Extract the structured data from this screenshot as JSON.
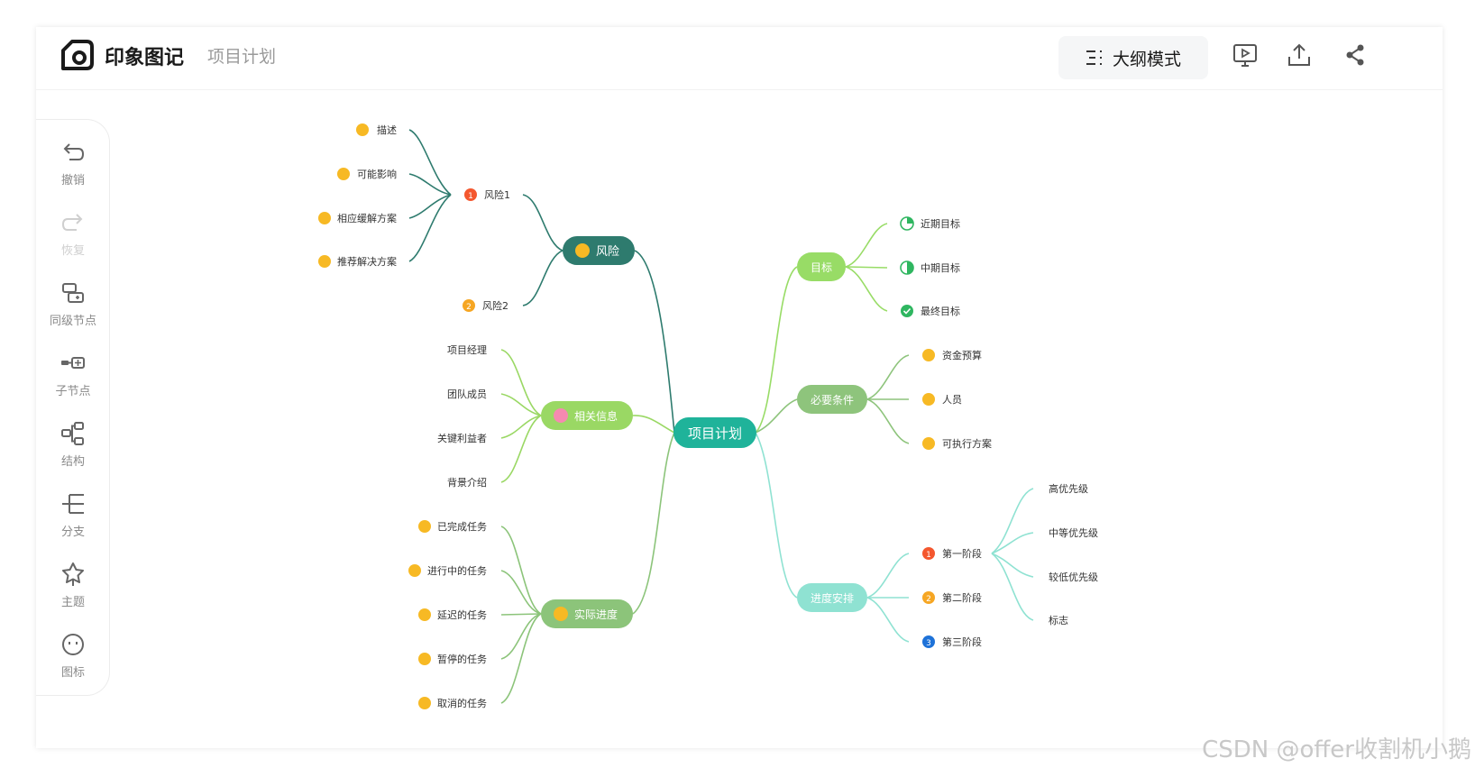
{
  "app": {
    "name": "印象图记",
    "doc_title": "项目计划",
    "outline_label": "大纲模式"
  },
  "toolbar_icons": [
    "present-icon",
    "export-icon",
    "share-icon"
  ],
  "sidebar": [
    {
      "label": "撤销",
      "icon": "undo-icon",
      "enabled": true
    },
    {
      "label": "恢复",
      "icon": "redo-icon",
      "enabled": false
    },
    {
      "label": "同级节点",
      "icon": "sibling-node-icon",
      "enabled": true
    },
    {
      "label": "子节点",
      "icon": "child-node-icon",
      "enabled": true
    },
    {
      "label": "结构",
      "icon": "structure-icon",
      "enabled": true
    },
    {
      "label": "分支",
      "icon": "branch-icon",
      "enabled": true
    },
    {
      "label": "主题",
      "icon": "theme-icon",
      "enabled": true
    },
    {
      "label": "图标",
      "icon": "sticker-icon",
      "enabled": true
    }
  ],
  "mindmap": {
    "root": "项目计划",
    "branches": {
      "risk": {
        "label": "风险",
        "children": [
          {
            "label": "风险1",
            "badge": "1",
            "children": [
              "描述",
              "可能影响",
              "相应缓解方案",
              "推荐解决方案"
            ]
          },
          {
            "label": "风险2",
            "badge": "2",
            "children": []
          }
        ]
      },
      "info": {
        "label": "相关信息",
        "children": [
          "项目经理",
          "团队成员",
          "关键利益者",
          "背景介绍"
        ]
      },
      "progress": {
        "label": "实际进度",
        "children": [
          "已完成任务",
          "进行中的任务",
          "延迟的任务",
          "暂停的任务",
          "取消的任务"
        ]
      },
      "goal": {
        "label": "目标",
        "children": [
          "近期目标",
          "中期目标",
          "最终目标"
        ]
      },
      "requirement": {
        "label": "必要条件",
        "children": [
          "资金预算",
          "人员",
          "可执行方案"
        ]
      },
      "schedule": {
        "label": "进度安排",
        "children": [
          {
            "label": "第一阶段",
            "badge": "1",
            "children": [
              "高优先级",
              "中等优先级",
              "较低优先级",
              "标志"
            ]
          },
          {
            "label": "第二阶段",
            "badge": "2",
            "children": []
          },
          {
            "label": "第三阶段",
            "badge": "3",
            "children": []
          }
        ]
      }
    }
  },
  "colors": {
    "root": "#1fb39a",
    "risk": "#2e7b6e",
    "info": "#9ad864",
    "progress": "#8cc47a",
    "goal": "#98dc66",
    "requirement": "#8ec47c",
    "schedule": "#8fe2d2",
    "badge_red": "#f4572e",
    "badge_orange": "#f6a623",
    "badge_blue": "#1e72d8",
    "icon_yellow": "#f7b924"
  },
  "watermark": "CSDN @offer收割机小鹅"
}
